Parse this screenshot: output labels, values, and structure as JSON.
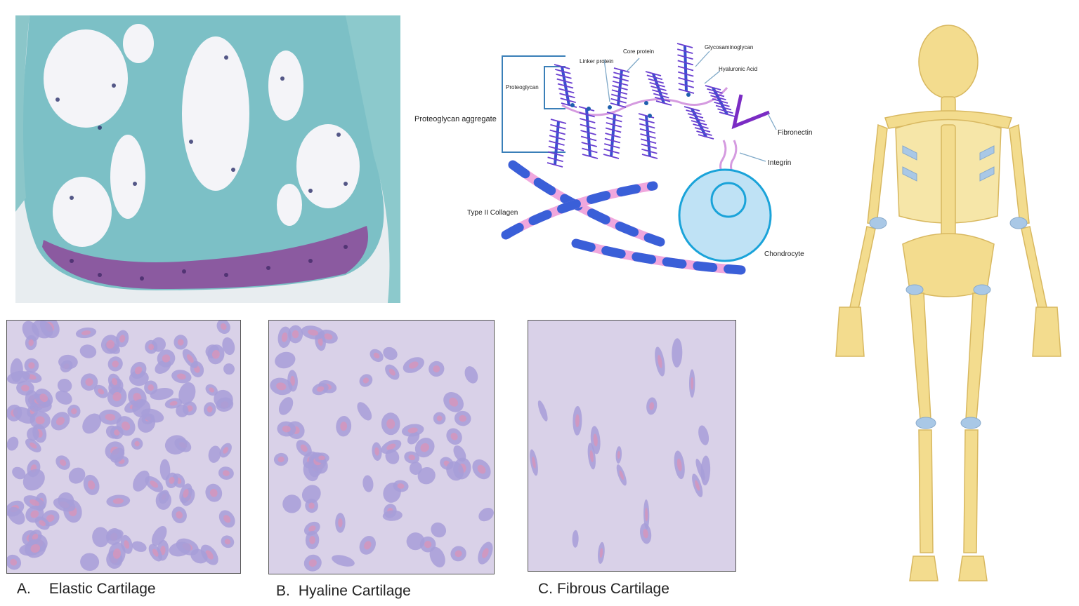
{
  "ecm_diagram": {
    "labels": {
      "proteoglycan_aggregate": "Proteoglycan aggregate",
      "proteoglycan": "Proteoglycan",
      "linker_protein": "Linker protein",
      "core_protein": "Core protein",
      "glycosaminoglycan": "Glycosaminoglycan",
      "hyaluronic_acid": "Hyaluronic Acid",
      "fibronectin": "Fibronectin",
      "integrin": "Integrin",
      "type_ii_collagen": "Type II Collagen",
      "chondrocyte": "Chondrocyte"
    },
    "colors": {
      "gag": "#3a4fd0",
      "core": "#3a4fd0",
      "hyaluronic": "#d59be0",
      "collagen_pink": "#f0a7dd",
      "collagen_blue": "#3a5fd8",
      "fibronectin": "#7b2cc4",
      "cell": "#bfe2f5",
      "cell_border": "#1aa3d9"
    }
  },
  "cartilage_panels": [
    {
      "letter": "A.",
      "name": "Elastic Cartilage"
    },
    {
      "letter": "B.",
      "name": "Hyaline Cartilage"
    },
    {
      "letter": "C.",
      "name": "Fibrous Cartilage"
    }
  ],
  "colors": {
    "matrix": "#d9d1e8",
    "lacuna": "#a79ed8",
    "nucleus": "#d994b8",
    "histo_blue": "#6fb8c2",
    "histo_purple": "#8a4f9a",
    "bone": "#f3dc8e",
    "cartilage": "#a9c8e6"
  }
}
